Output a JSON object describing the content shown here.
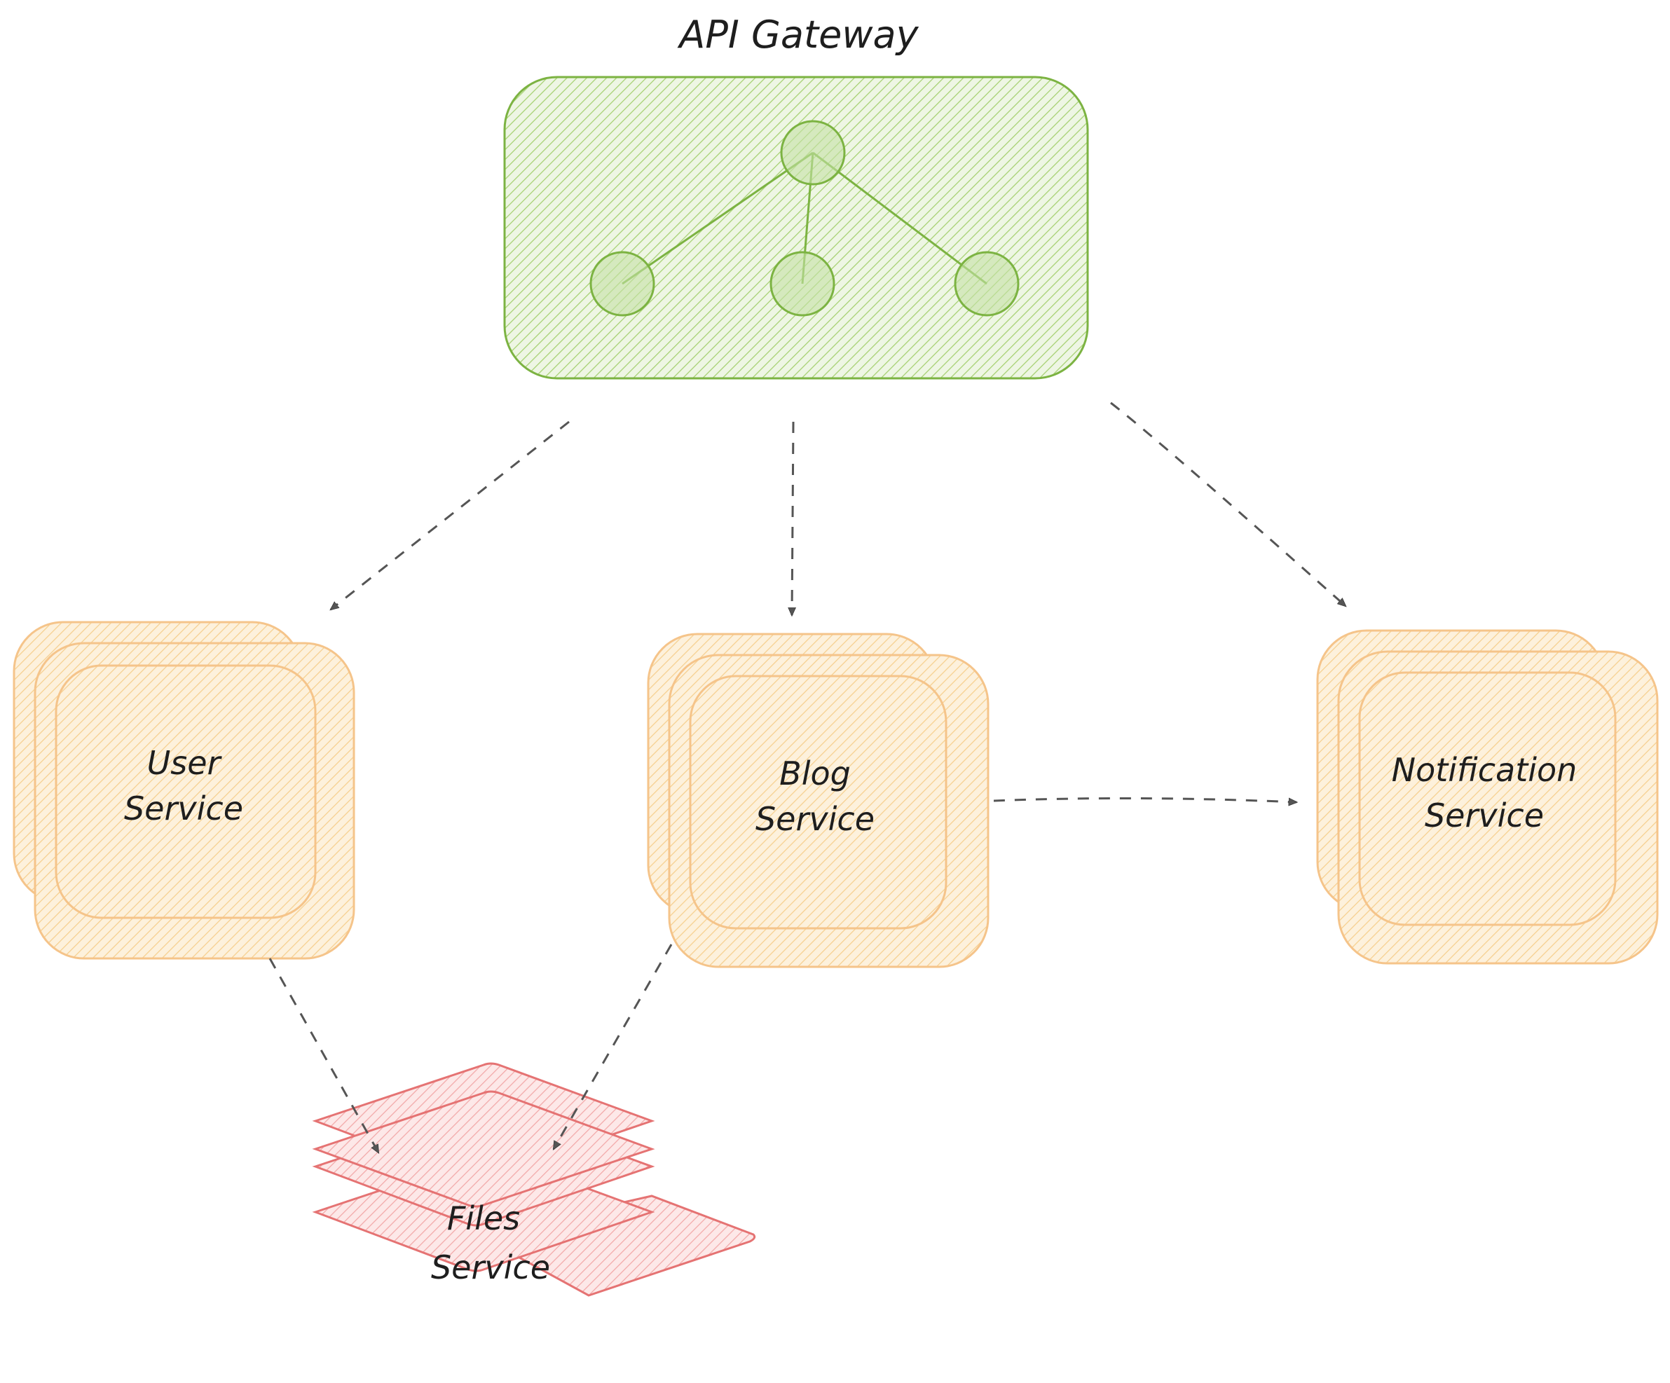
{
  "gateway": {
    "title": "API Gateway",
    "colors": {
      "stroke": "#7cb342",
      "fill": "#c5e1a5"
    }
  },
  "services": {
    "user": {
      "line1": "User",
      "line2": "Service"
    },
    "blog": {
      "line1": "Blog",
      "line2": "Service"
    },
    "notification": {
      "line1": "Notification",
      "line2": "Service"
    },
    "files": {
      "line1": "Files",
      "line2": "Service"
    }
  },
  "colors": {
    "service_stroke": "#f5c48a",
    "service_fill": "#fde3b8",
    "files_stroke": "#e57373",
    "files_fill": "#f8c6c6",
    "edge": "#555555"
  },
  "edges": [
    {
      "from": "API Gateway",
      "to": "User Service"
    },
    {
      "from": "API Gateway",
      "to": "Blog Service"
    },
    {
      "from": "API Gateway",
      "to": "Notification Service"
    },
    {
      "from": "Blog Service",
      "to": "Notification Service"
    },
    {
      "from": "User Service",
      "to": "Files Service"
    },
    {
      "from": "Blog Service",
      "to": "Files Service"
    }
  ]
}
